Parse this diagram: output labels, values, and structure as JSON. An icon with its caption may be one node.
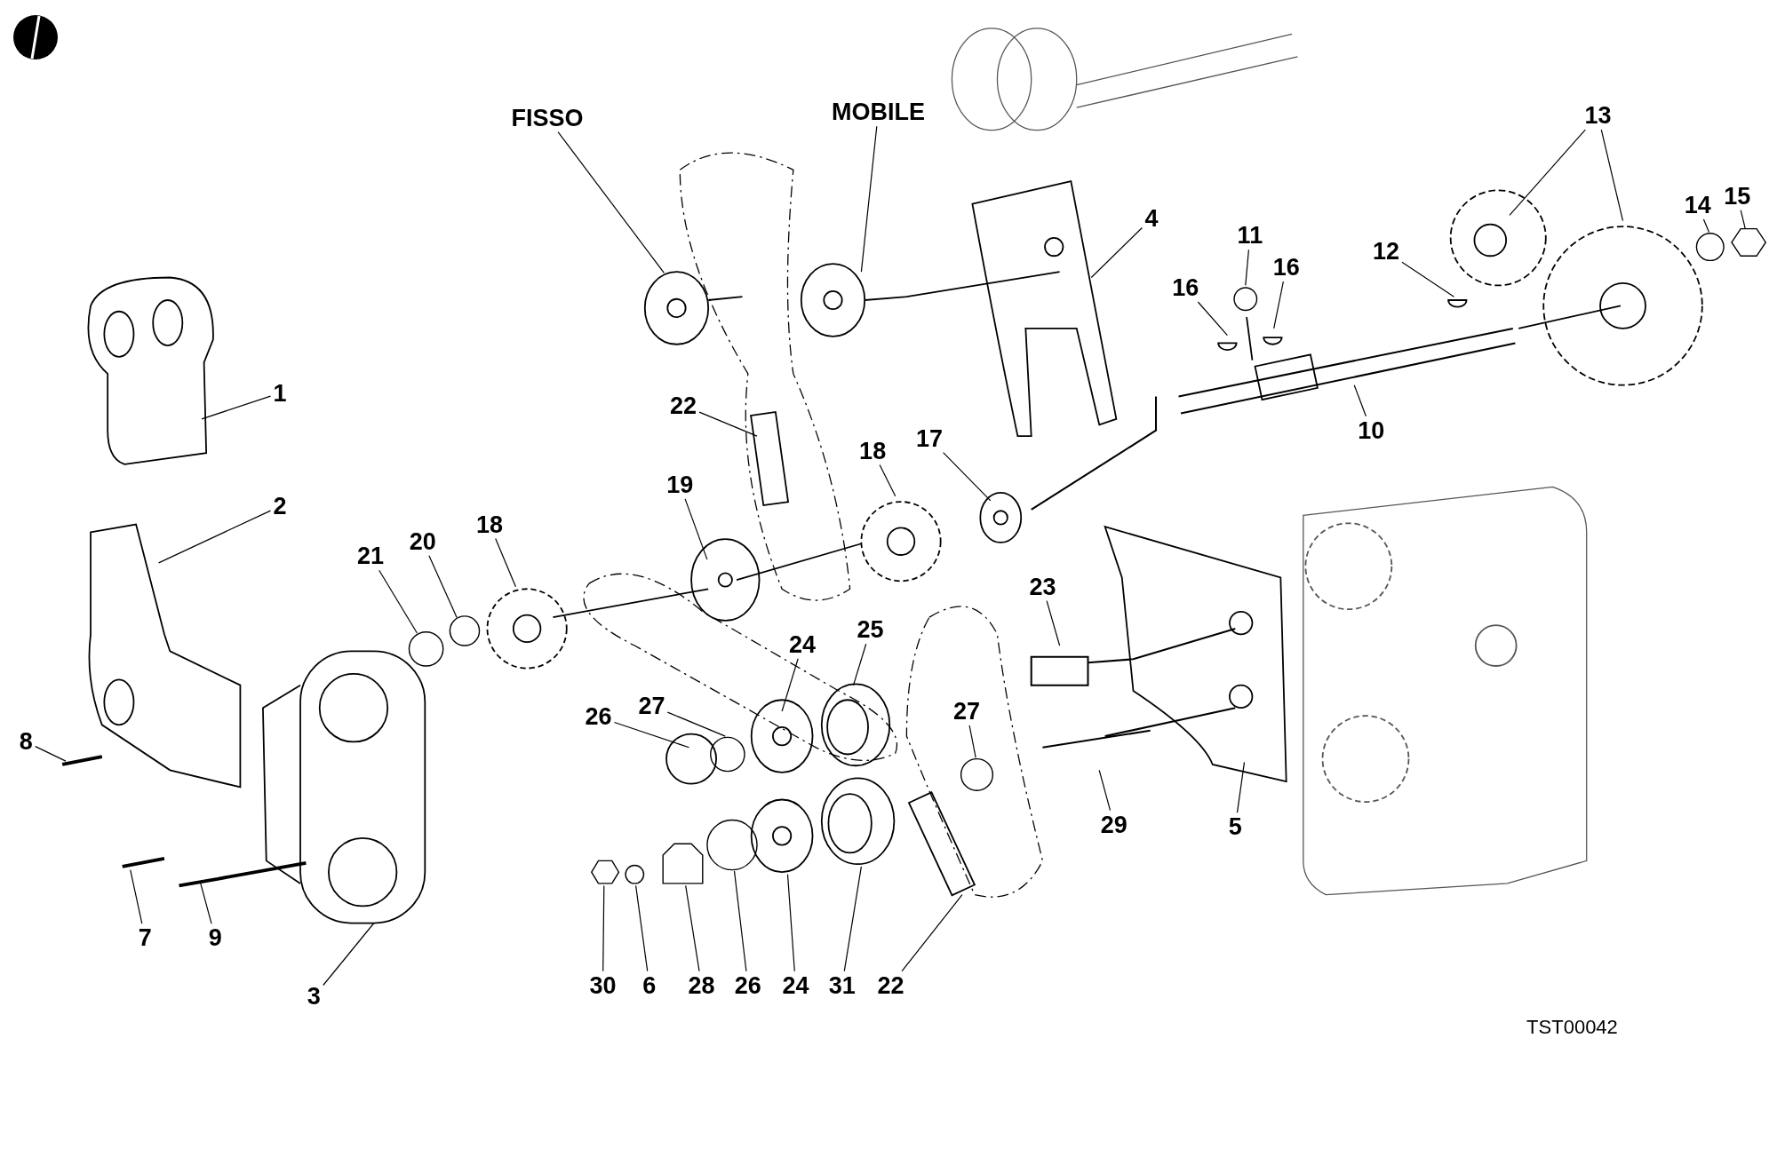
{
  "diagram": {
    "nodes": [
      {
        "text": [
          "FISSO"
        ]
      },
      {
        "text": [
          "MOBILE"
        ]
      },
      {
        "text": [
          "13"
        ]
      },
      {
        "text": [
          "15"
        ]
      },
      {
        "text": [
          "14"
        ]
      },
      {
        "text": [
          "4"
        ]
      },
      {
        "text": [
          "11"
        ]
      },
      {
        "text": [
          "12"
        ]
      },
      {
        "text": [
          "16"
        ]
      },
      {
        "text": [
          "16"
        ]
      },
      {
        "text": [
          "1"
        ]
      },
      {
        "text": [
          "22"
        ]
      },
      {
        "text": [
          "10"
        ]
      },
      {
        "text": [
          "17"
        ]
      },
      {
        "text": [
          "18"
        ]
      },
      {
        "text": [
          "19"
        ]
      },
      {
        "text": [
          "2"
        ]
      },
      {
        "text": [
          "18"
        ]
      },
      {
        "text": [
          "20"
        ]
      },
      {
        "text": [
          "21"
        ]
      },
      {
        "text": [
          "23"
        ]
      },
      {
        "text": [
          "25"
        ]
      },
      {
        "text": [
          "24"
        ]
      },
      {
        "text": [
          "27"
        ]
      },
      {
        "text": [
          "27"
        ]
      },
      {
        "text": [
          "26"
        ]
      },
      {
        "text": [
          "8"
        ]
      },
      {
        "text": [
          "29"
        ]
      },
      {
        "text": [
          "5"
        ]
      },
      {
        "text": [
          "7"
        ]
      },
      {
        "text": [
          "9"
        ]
      },
      {
        "text": [
          "30"
        ]
      },
      {
        "text": [
          "6"
        ]
      },
      {
        "text": [
          "28"
        ]
      },
      {
        "text": [
          "26"
        ]
      },
      {
        "text": [
          "24"
        ]
      },
      {
        "text": [
          "31"
        ]
      },
      {
        "text": [
          "22"
        ]
      },
      {
        "text": [
          "3"
        ]
      },
      {
        "text": [],
        "shape": "hexagon"
      },
      {
        "text": [],
        "shape": "circle"
      },
      {
        "text": [],
        "shape": "circle"
      },
      {
        "text": [],
        "shape": "circle"
      },
      {
        "text": [],
        "shape": "circle"
      },
      {
        "text": [],
        "shape": "circle"
      },
      {
        "text": [],
        "shape": "circle"
      },
      {
        "text": [],
        "shape": "circle"
      },
      {
        "text": [],
        "shape": "box"
      },
      {
        "text": [],
        "shape": "circle"
      },
      {
        "text": [],
        "shape": "hexagon"
      }
    ],
    "edges": [
      {
        "from": 0,
        "to": null,
        "arrow": "none"
      },
      {
        "from": 1,
        "to": null,
        "arrow": "none"
      },
      {
        "from": 2,
        "to": null,
        "arrow": "none"
      },
      {
        "from": 2,
        "to": null,
        "arrow": "none"
      },
      {
        "from": 3,
        "to": 39,
        "arrow": "none"
      },
      {
        "from": 4,
        "to": 40,
        "arrow": "none"
      },
      {
        "from": 5,
        "to": null,
        "arrow": "none"
      },
      {
        "from": 6,
        "to": 41,
        "arrow": "none"
      },
      {
        "from": 7,
        "to": null,
        "arrow": "none"
      },
      {
        "from": 8,
        "to": null,
        "arrow": "none"
      },
      {
        "from": 9,
        "to": null,
        "arrow": "none"
      },
      {
        "from": 10,
        "to": null,
        "arrow": "none"
      },
      {
        "from": 11,
        "to": null,
        "arrow": "none"
      },
      {
        "from": 12,
        "to": null,
        "arrow": "none"
      },
      {
        "from": 13,
        "to": null,
        "arrow": "none"
      },
      {
        "from": 14,
        "to": null,
        "arrow": "none"
      },
      {
        "from": 15,
        "to": null,
        "arrow": "none"
      },
      {
        "from": 16,
        "to": null,
        "arrow": "none"
      },
      {
        "from": 17,
        "to": null,
        "arrow": "none"
      },
      {
        "from": 18,
        "to": 42,
        "arrow": "none"
      },
      {
        "from": 19,
        "to": 43,
        "arrow": "none"
      },
      {
        "from": 20,
        "to": null,
        "arrow": "none"
      },
      {
        "from": 21,
        "to": null,
        "arrow": "none"
      },
      {
        "from": 22,
        "to": null,
        "arrow": "none"
      },
      {
        "from": 23,
        "to": 44,
        "arrow": "none"
      },
      {
        "from": 24,
        "to": 45,
        "arrow": "none"
      },
      {
        "from": 25,
        "to": null,
        "arrow": "none"
      },
      {
        "from": 26,
        "to": null,
        "arrow": "none"
      },
      {
        "from": 27,
        "to": null,
        "arrow": "none"
      },
      {
        "from": 28,
        "to": null,
        "arrow": "none"
      },
      {
        "from": 29,
        "to": null,
        "arrow": "none"
      },
      {
        "from": 30,
        "to": null,
        "arrow": "none"
      },
      {
        "from": 31,
        "to": 49,
        "arrow": "none"
      },
      {
        "from": 32,
        "to": 46,
        "arrow": "none"
      },
      {
        "from": 33,
        "to": 47,
        "arrow": "none"
      },
      {
        "from": 34,
        "to": 48,
        "arrow": "none"
      },
      {
        "from": 35,
        "to": null,
        "arrow": "none"
      },
      {
        "from": 36,
        "to": null,
        "arrow": "none"
      },
      {
        "from": 37,
        "to": null,
        "arrow": "none"
      },
      {
        "from": 38,
        "to": null,
        "arrow": "none"
      }
    ],
    "labels": [
      "TST00042"
    ]
  }
}
